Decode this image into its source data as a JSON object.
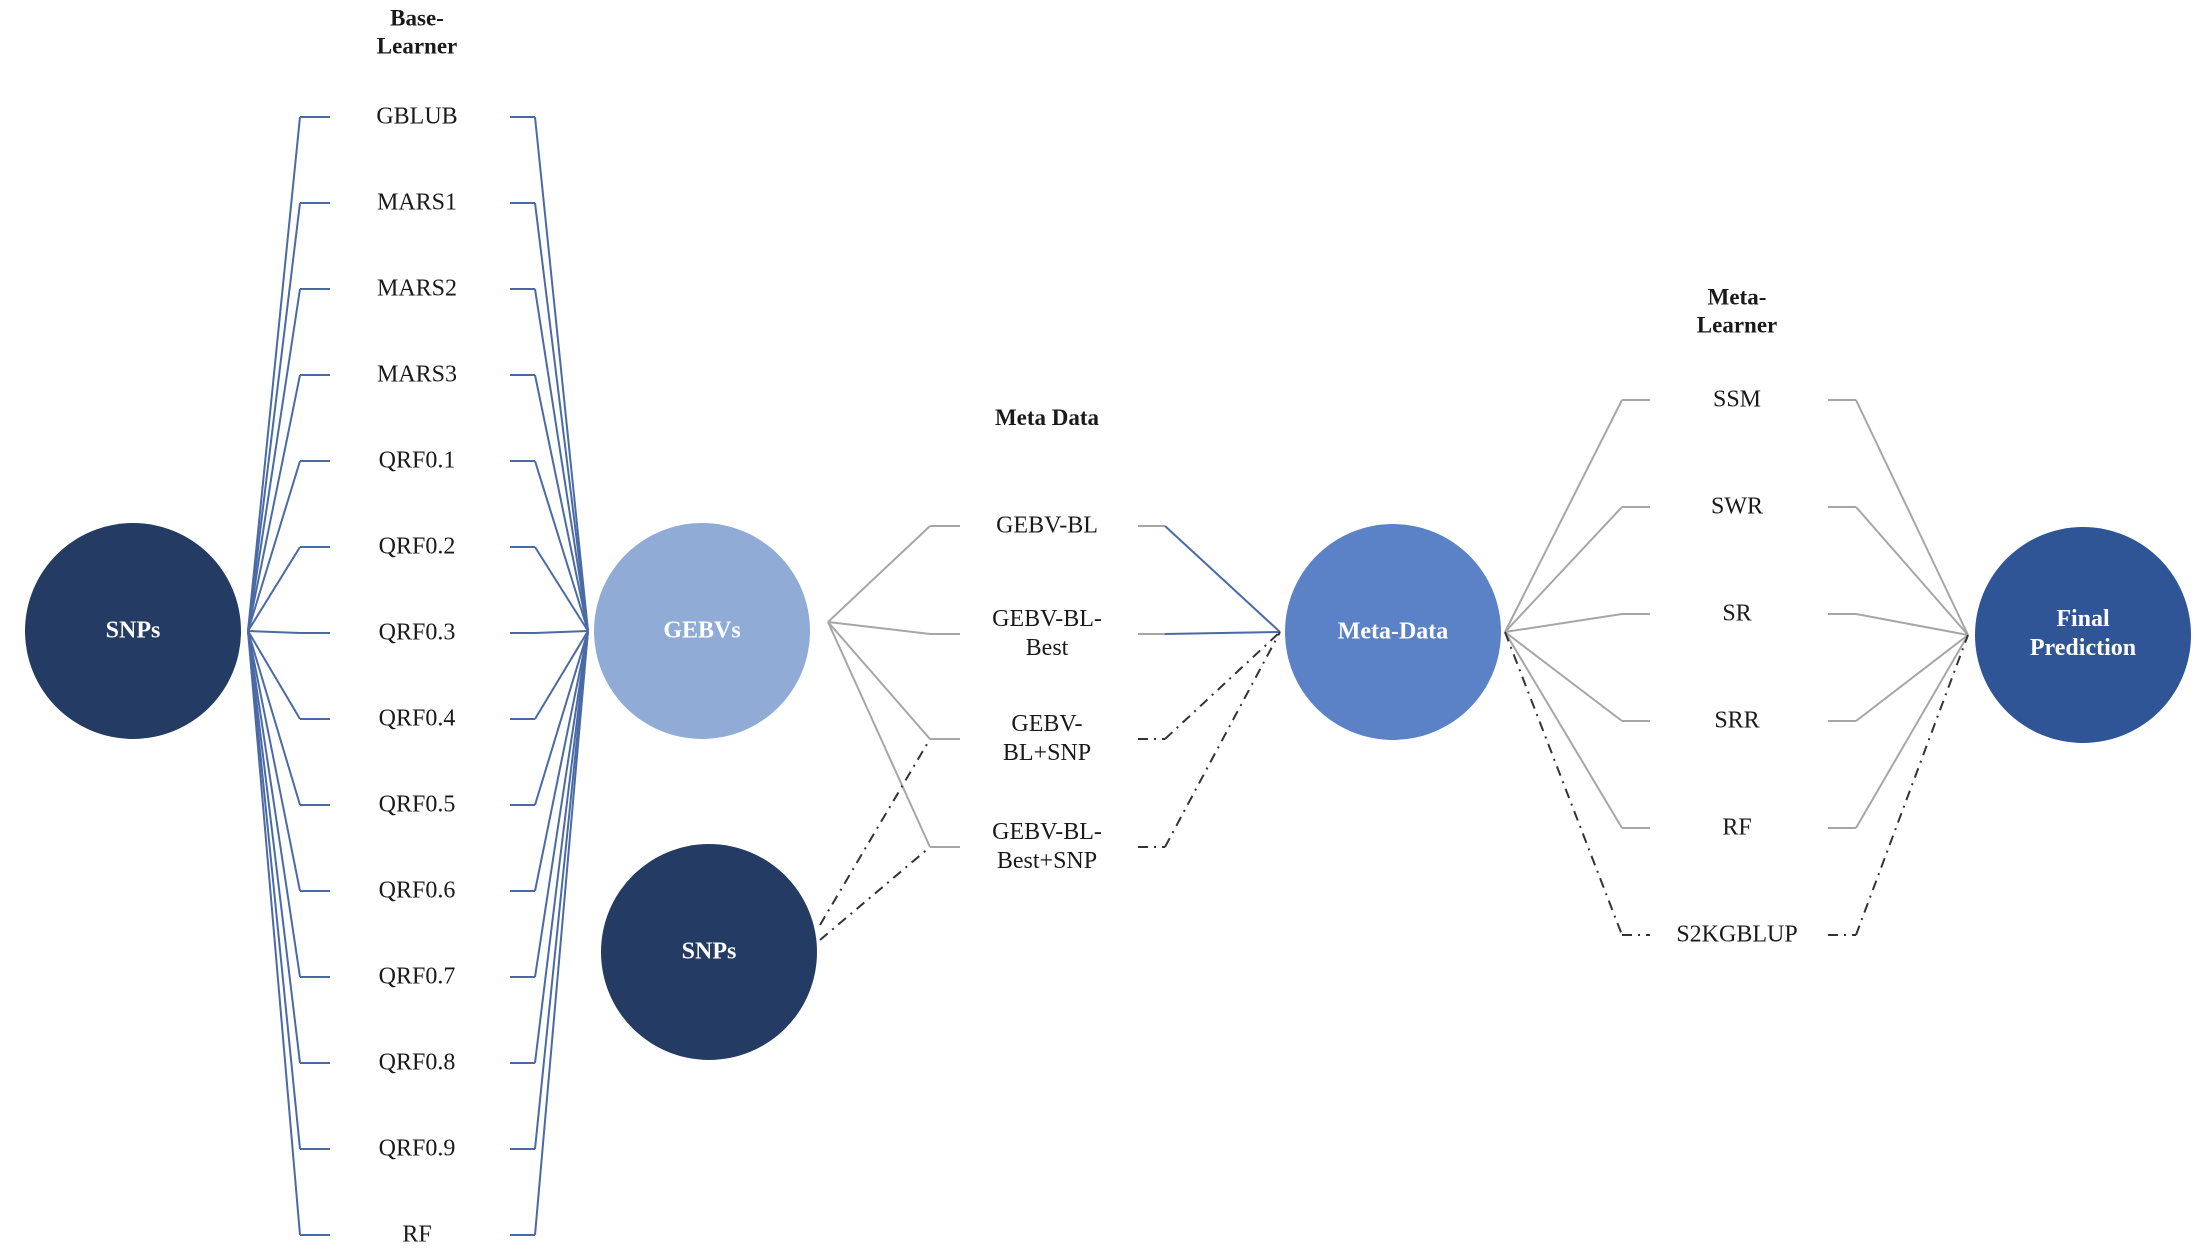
{
  "headings": {
    "base_learner": "Base-\nLearner",
    "meta_data": "Meta Data",
    "meta_learner": "Meta-\nLearner"
  },
  "nodes": {
    "snps_input": "SNPs",
    "gebvs": "GEBVs",
    "snps_second": "SNPs",
    "meta_data": "Meta-Data",
    "final_prediction": "Final\nPrediction"
  },
  "base_learners": [
    "GBLUB",
    "MARS1",
    "MARS2",
    "MARS3",
    "QRF0.1",
    "QRF0.2",
    "QRF0.3",
    "QRF0.4",
    "QRF0.5",
    "QRF0.6",
    "QRF0.7",
    "QRF0.8",
    "QRF0.9",
    "RF"
  ],
  "meta_data_items": [
    "GEBV-BL",
    "GEBV-BL-\nBest",
    "GEBV-\nBL+SNP",
    "GEBV-BL-\nBest+SNP"
  ],
  "meta_learners": [
    "SSM",
    "SWR",
    "SR",
    "SRR",
    "RF",
    "S2KGBLUP"
  ],
  "colors": {
    "dark_navy": "#243b63",
    "light_blue": "#8fabd6",
    "mid_blue": "#5b82c6",
    "final_blue": "#2f5597",
    "base_line": "#4a6aa6",
    "gray_line": "#a6a6a6",
    "dash_line": "#333333"
  }
}
